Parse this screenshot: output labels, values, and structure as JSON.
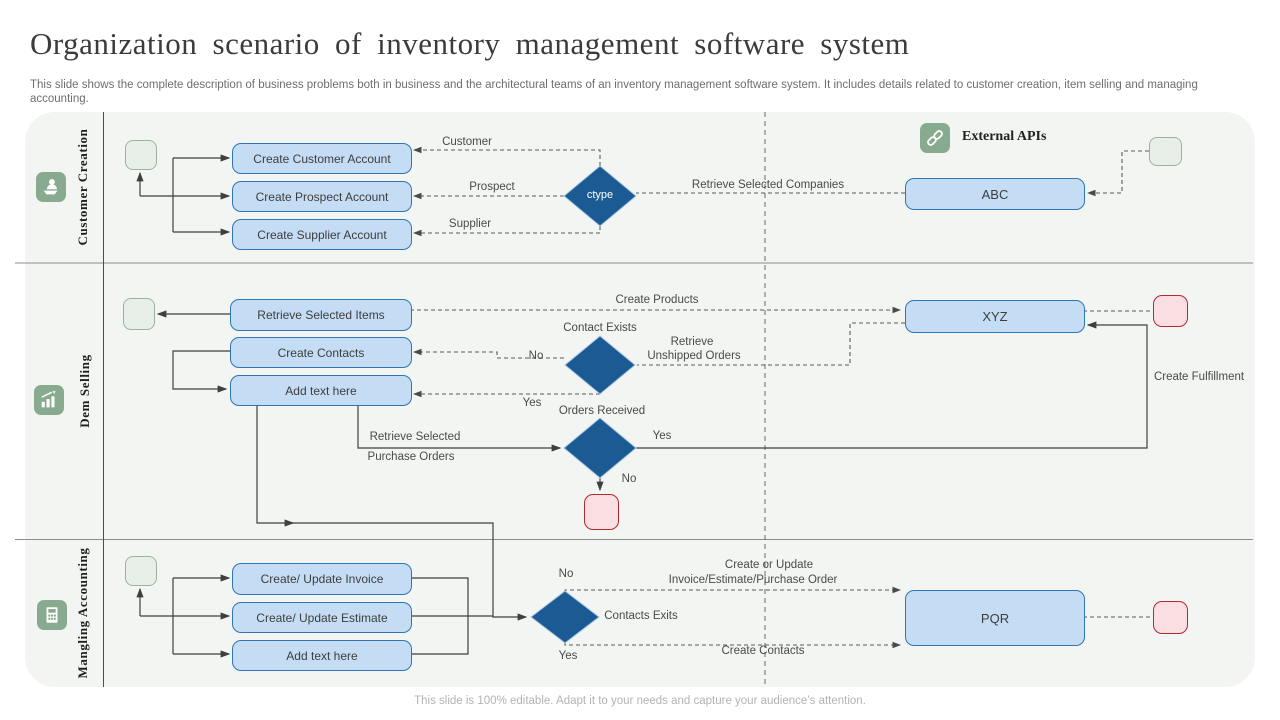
{
  "slide": {
    "title": "Organization scenario of inventory management software system",
    "subtitle": "This slide shows the complete description of business problems both in business and the architectural teams of an inventory management software system. It includes details related to customer creation, item selling and managing accounting.",
    "footer": "This slide is 100% editable. Adapt it to your needs and capture your audience’s attention."
  },
  "diagram": {
    "external_apis_label": "External APIs",
    "lanes": [
      {
        "label": "Customer Creation",
        "icon": "customer-hand-icon"
      },
      {
        "label": "Dem Selling",
        "icon": "bar-chart-icon"
      },
      {
        "label": "Mangling Accounting",
        "icon": "calculator-icon"
      }
    ],
    "boxes": {
      "create_customer": "Create Customer Account",
      "create_prospect": "Create Prospect Account",
      "create_supplier": "Create Supplier Account",
      "retrieve_items": "Retrieve  Selected Items",
      "create_contacts": "Create Contacts",
      "add_text_selling": "Add text here",
      "create_invoice": "Create/ Update Invoice",
      "create_estimate": "Create/ Update Estimate",
      "add_text_accounting": "Add text here",
      "abc": "ABC",
      "xyz": "XYZ",
      "pqr": "PQR"
    },
    "decisions": {
      "ctype": "ctype",
      "contact_exists": "Contact Exists",
      "orders_received": "Orders Received",
      "contacts_exits": "Contacts Exits"
    },
    "edge_labels": {
      "customer": "Customer",
      "prospect": "Prospect",
      "supplier": "Supplier",
      "retrieve_companies": "Retrieve Selected Companies",
      "create_products": "Create Products",
      "no_contact": "No",
      "yes_contact": "Yes",
      "retrieve_unshipped_1": "Retrieve",
      "retrieve_unshipped_2": "Unshipped Orders",
      "retrieve_selected": "Retrieve Selected",
      "purchase_orders": "Purchase Orders",
      "yes_orders": "Yes",
      "no_orders": "No",
      "create_fulfillment": "Create Fulfillment",
      "no_contacts": "No",
      "create_or_update": "Create or Update",
      "invoice_estimate": "Invoice/Estimate/Purchase Order",
      "yes_contacts": "Yes",
      "create_contacts_edge": "Create Contacts"
    },
    "colors": {
      "box_fill": "#c5ddf4",
      "box_border": "#2e75b6",
      "diamond_fill": "#1c5a93",
      "icon_green": "#88ab90",
      "start_fill": "#e8efe8",
      "start_border": "#9ab39b",
      "end_fill": "#fbdee2",
      "end_border": "#b02a30"
    }
  }
}
